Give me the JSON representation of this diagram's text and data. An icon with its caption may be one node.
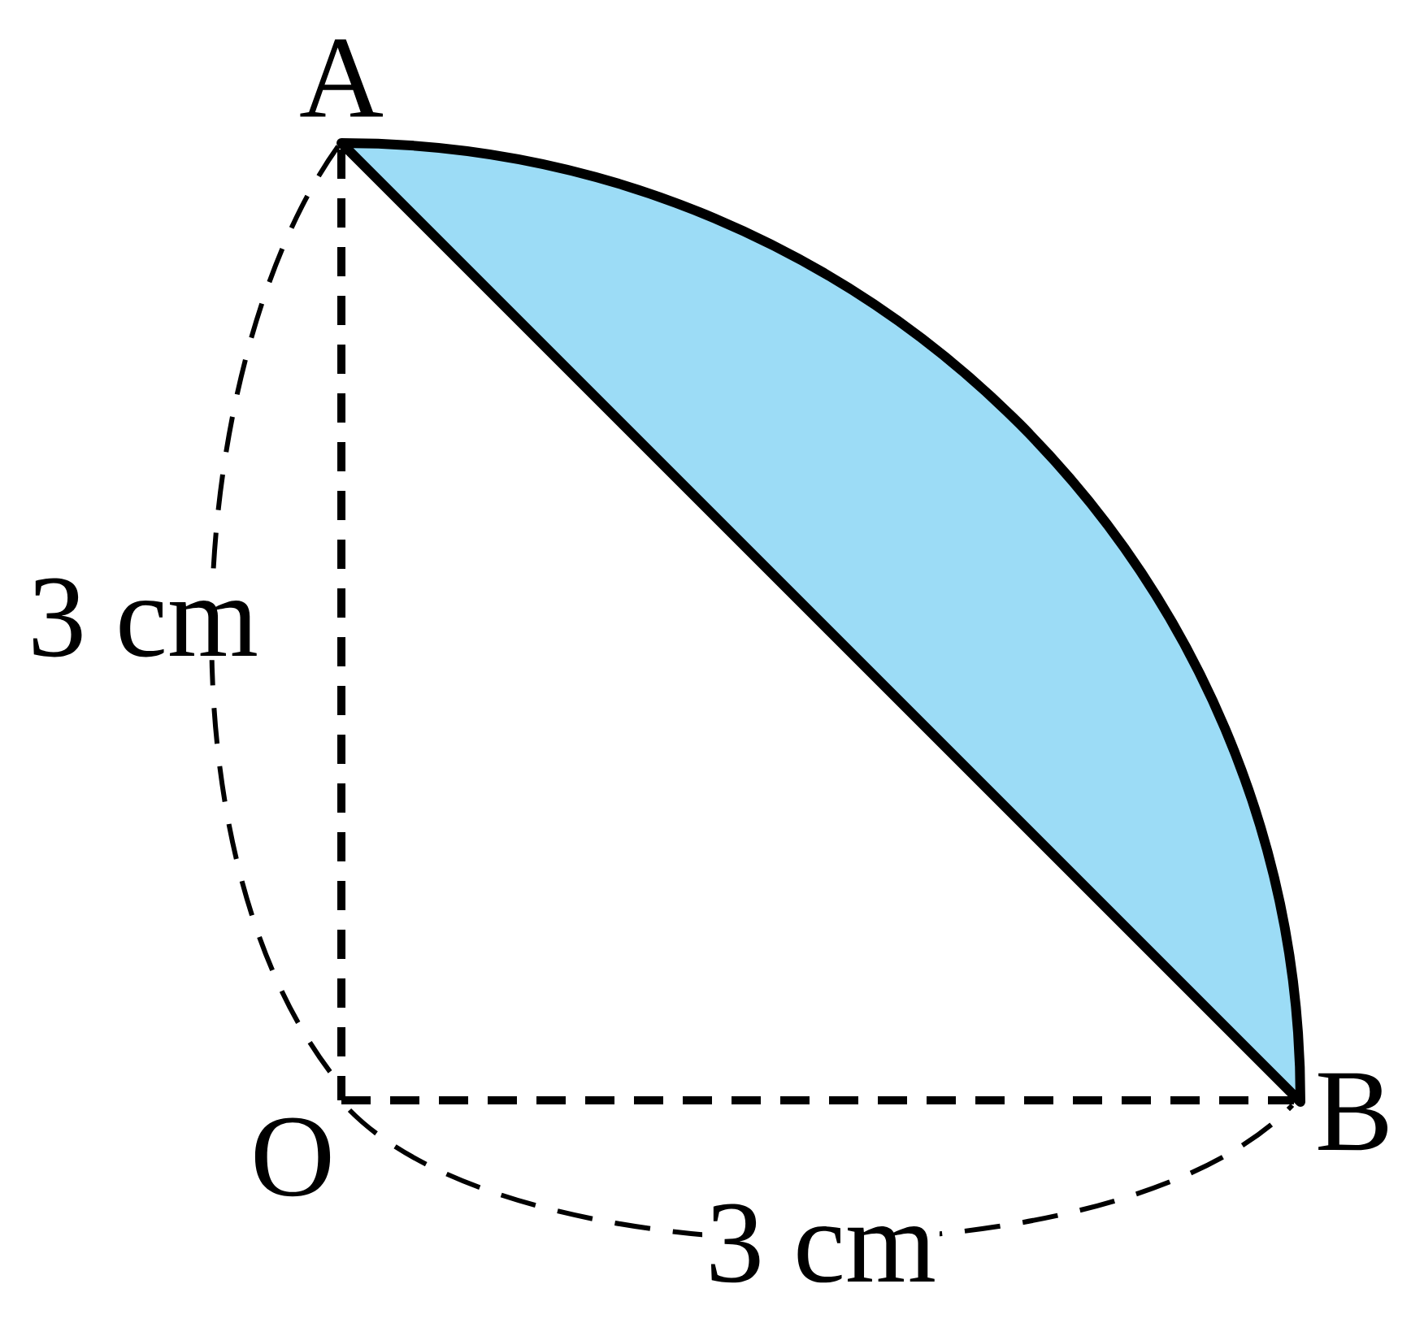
{
  "diagram": {
    "labels": [
      "A",
      "3 cm",
      "O",
      "B",
      "3 cm"
    ]
  }
}
